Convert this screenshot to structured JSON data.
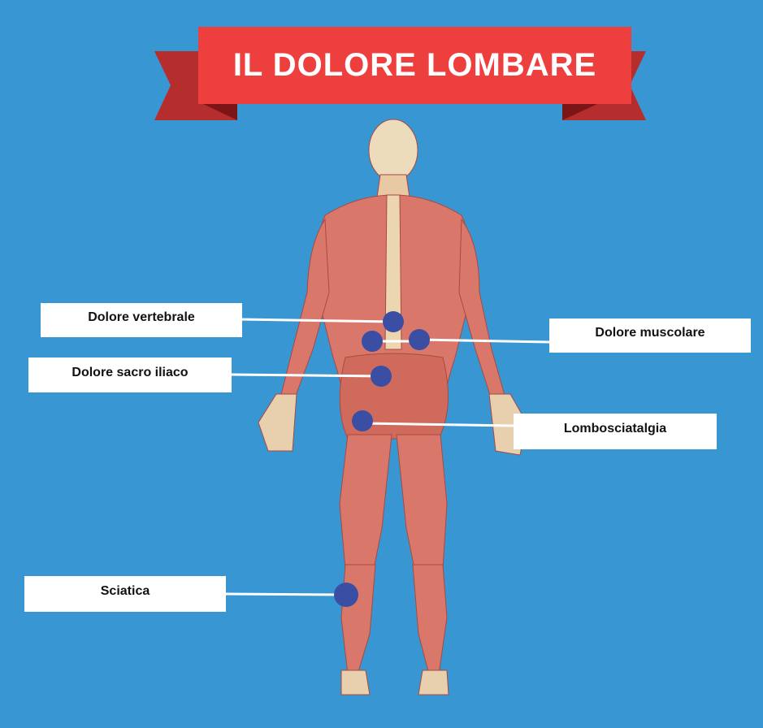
{
  "title": "IL DOLORE LOMBARE",
  "labels": {
    "vertebrale": "Dolore vertebrale",
    "muscolare": "Dolore muscolare",
    "sacro": "Dolore sacro iliaco",
    "lombo": "Lombosciatalgia",
    "sciatica": "Sciatica"
  },
  "colors": {
    "background": "#3896d3",
    "banner": "#ee3f3f",
    "dot": "#3a4fa3",
    "muscle": "#d9786a"
  }
}
